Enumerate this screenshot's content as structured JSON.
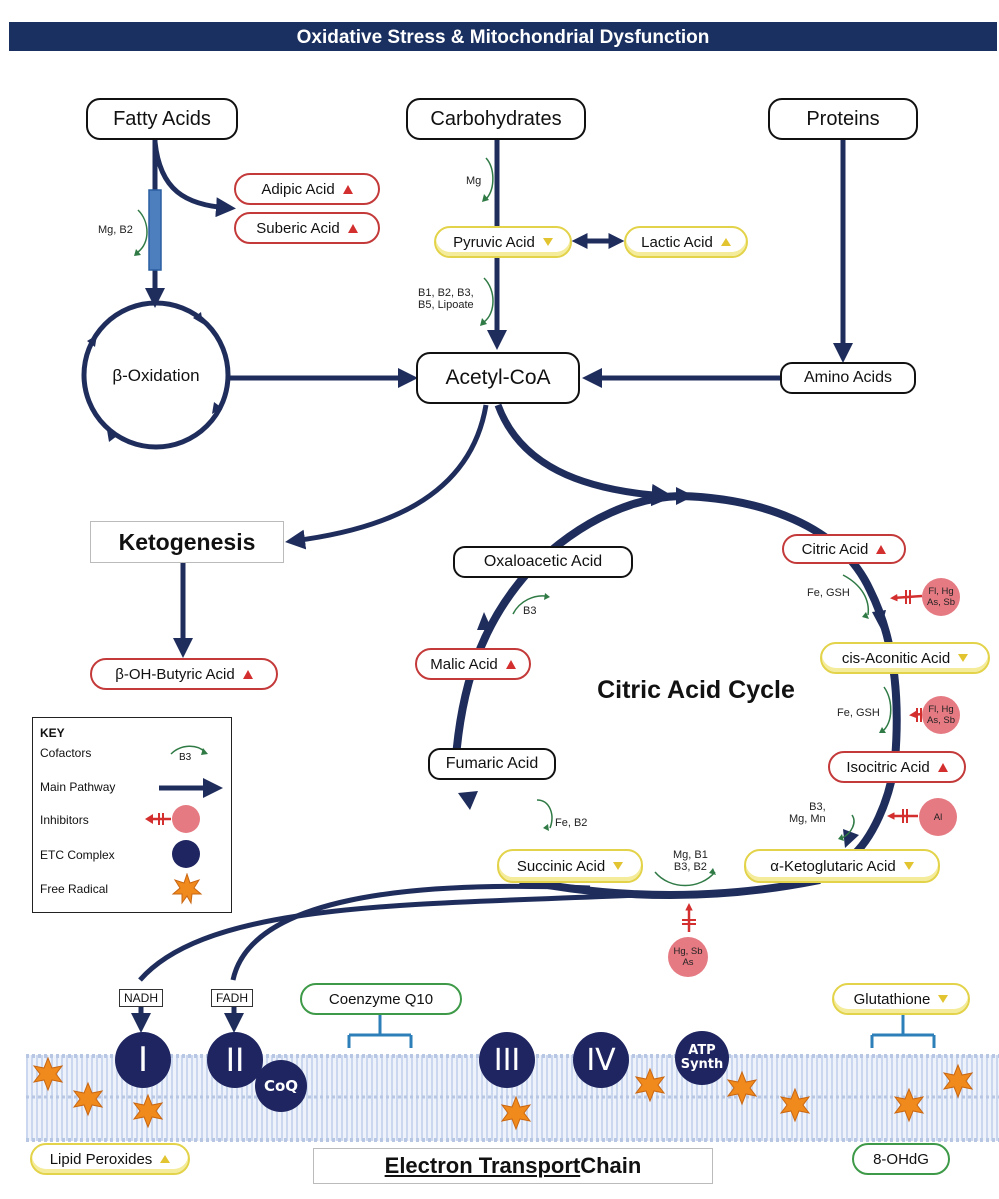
{
  "title": "Oxidative Stress & Mitochondrial Dysfunction",
  "sources": {
    "fatty_acids": "Fatty Acids",
    "carbohydrates": "Carbohydrates",
    "proteins": "Proteins"
  },
  "metabolites": {
    "adipic": "Adipic Acid",
    "suberic": "Suberic Acid",
    "pyruvic": "Pyruvic Acid",
    "lactic": "Lactic Acid",
    "beta_oxidation": "β-Oxidation",
    "acetyl_coa": "Acetyl-CoA",
    "amino_acids": "Amino Acids",
    "ketogenesis": "Ketogenesis",
    "beta_oh_butyric": "β-OH-Butyric Acid"
  },
  "cycle": {
    "title": "Citric Acid Cycle",
    "citric": "Citric Acid",
    "cis_aconitic": "cis-Aconitic Acid",
    "isocitric": "Isocitric Acid",
    "alpha_keto": "α-Ketoglutaric Acid",
    "succinic": "Succinic Acid",
    "fumaric": "Fumaric Acid",
    "malic": "Malic Acid",
    "oxaloacetic": "Oxaloacetic Acid"
  },
  "cofactors": {
    "mg": "Mg",
    "mg_b2": "Mg, B2",
    "b_pyruvate": "B1, B2, B3,\nB5, Lipoate",
    "b3": "B3",
    "fe_gsh_1": "Fe, GSH",
    "fe_gsh_2": "Fe, GSH",
    "b3_mg_mn": "B3,\nMg, Mn",
    "mg_b1_b3_b2": "Mg, B1\nB3, B2",
    "fe_b2": "Fe, B2"
  },
  "inhibitors": {
    "fl_hg_as_sb_1": "Fl, Hg\nAs, Sb",
    "fl_hg_as_sb_2": "Fl, Hg\nAs, Sb",
    "al": "Al",
    "hg_sb_as": "Hg, Sb\nAs"
  },
  "etc": {
    "nadh": "NADH",
    "fadh": "FADH",
    "coenzyme_q10": "Coenzyme Q10",
    "glutathione": "Glutathione",
    "complex_1": "I",
    "complex_2": "II",
    "coq": "CoQ",
    "complex_3": "III",
    "complex_4": "IV",
    "atp_synth": "ATP\nSynth",
    "lipid_peroxides": "Lipid Peroxides",
    "ohdg": "8-OHdG",
    "chain_title_a": "Electron Transport",
    "chain_title_b": " Chain"
  },
  "key": {
    "heading": "KEY",
    "cofactors": "Cofactors",
    "cofactor_sample": "B3",
    "main_pathway": "Main Pathway",
    "inhibitors": "Inhibitors",
    "etc_complex": "ETC Complex",
    "free_radical": "Free Radical"
  },
  "colors": {
    "title_bar": "#1a3060",
    "pathway": "#1f2d5c",
    "elevated": "#d32f2f",
    "decreased": "#e2c330",
    "protective": "#3e9a48",
    "inhibitor": "#e57a82",
    "etc": "#1f2560",
    "radical": "#f08a1c"
  }
}
